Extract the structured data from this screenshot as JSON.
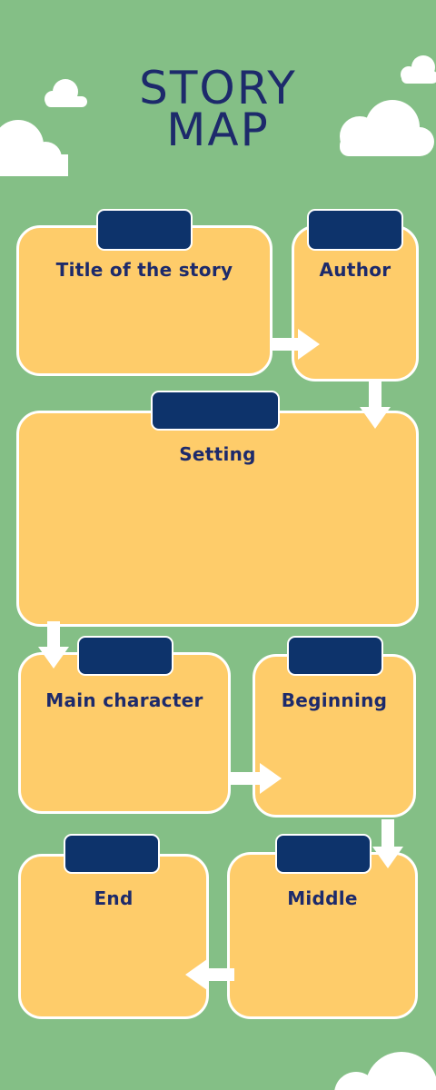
{
  "header": {
    "title_line1": "STORY",
    "title_line2": "MAP"
  },
  "boxes": {
    "title_of_story": "Title of the story",
    "author": "Author",
    "setting": "Setting",
    "main_character": "Main character",
    "beginning": "Beginning",
    "middle": "Middle",
    "end": "End"
  },
  "colors": {
    "background": "#84bf86",
    "card": "#fecc6a",
    "tab": "#0d336b",
    "text": "#1d2a6b",
    "outline": "#ffffff"
  },
  "decorations": {
    "cloud_icon": "cloud-icon",
    "arrow_icon": "arrow-icon"
  }
}
